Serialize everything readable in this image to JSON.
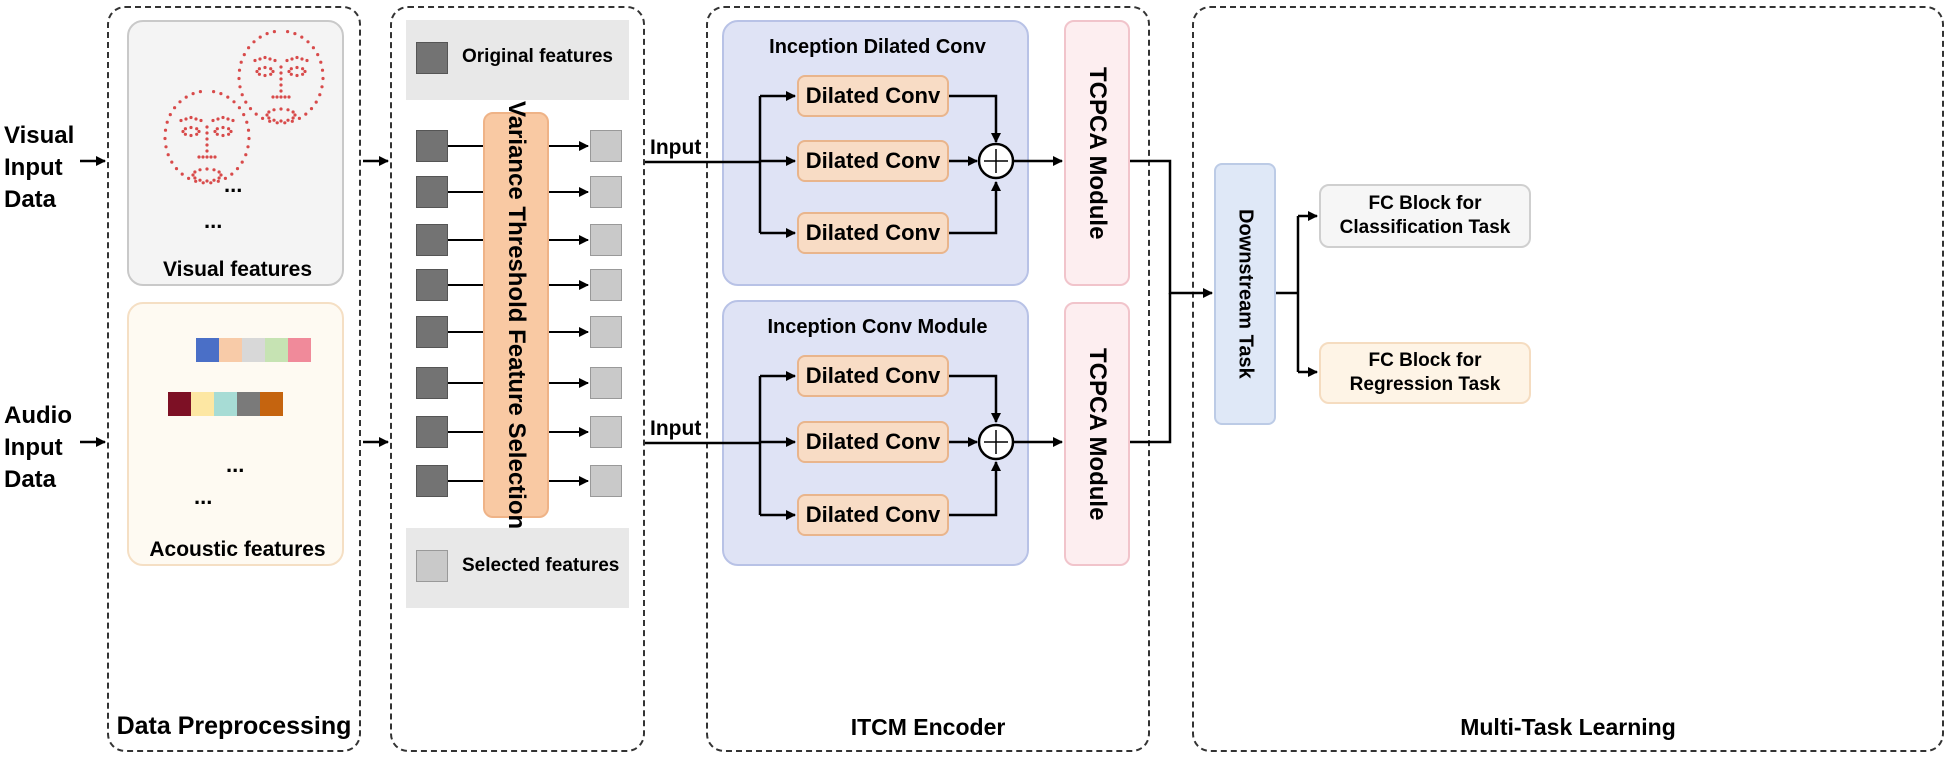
{
  "inputs": {
    "visual": [
      "Visual",
      "Input",
      "Data"
    ],
    "audio": [
      "Audio",
      "Input",
      "Data"
    ]
  },
  "preprocessing": {
    "title": "Data Preprocessing",
    "visual_label": "Visual features",
    "acoustic_label": "Acoustic features",
    "ellipsis": "..."
  },
  "selection": {
    "original_label": "Original features",
    "selected_label": "Selected features",
    "vtfs_label": "Variance Threshold Feature Selection"
  },
  "encoder": {
    "title": "ITCM Encoder",
    "input_label": "Input",
    "top_block_title": "Inception Dilated Conv",
    "bottom_block_title": "Inception Conv Module",
    "conv_label": "Dilated Conv",
    "tcpca_label": "TCPCA Module"
  },
  "multitask": {
    "title": "Multi-Task Learning",
    "downstream_label": "Downstream Task",
    "classification_lines": [
      "FC Block for",
      "Classification Task"
    ],
    "regression_lines": [
      "FC Block for",
      "Regression Task"
    ]
  },
  "colors": {
    "conv_fill": "#f8dcc5",
    "encoder_panel": "#dfe3f5",
    "tcpca_fill": "#fdeef0",
    "vtfs_fill": "#f9c9a3",
    "acoustic_colors_row1": [
      "#4a6fc7",
      "#f8cba8",
      "#d8d8d8",
      "#c6e3b3",
      "#f08a9a"
    ],
    "acoustic_colors_row2": [
      "#7d1025",
      "#fde7a3",
      "#a7dcd5",
      "#7a7a7a",
      "#c5640f"
    ]
  }
}
